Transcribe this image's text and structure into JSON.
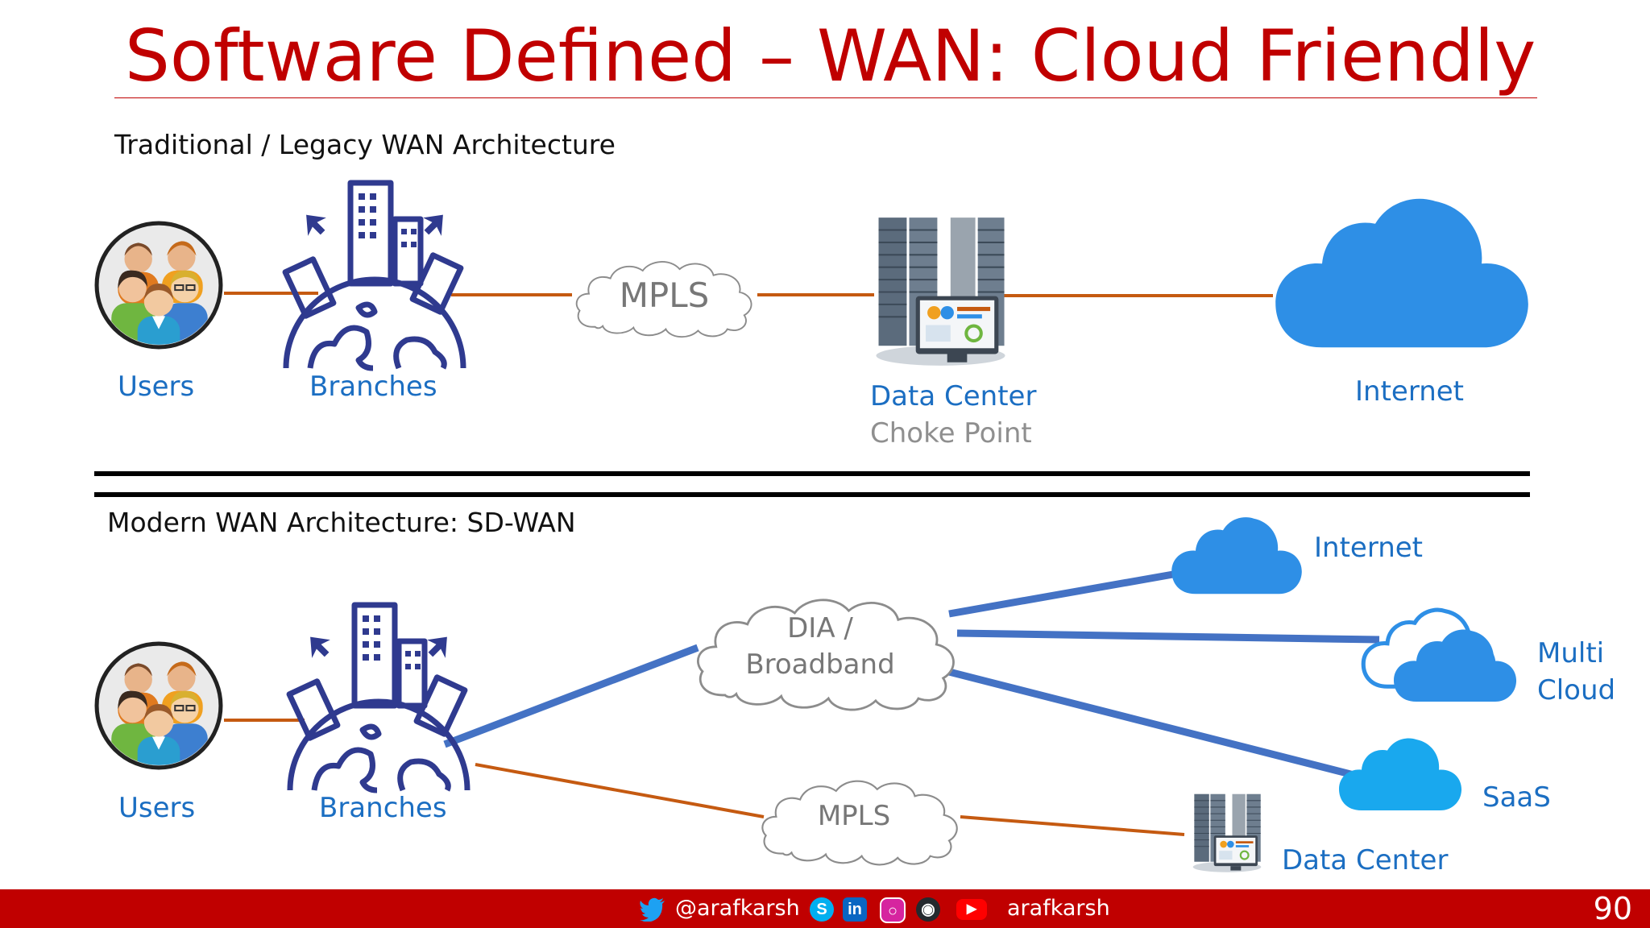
{
  "slide": {
    "title": "Software Defined – WAN: Cloud Friendly",
    "page_number": "90"
  },
  "traditional": {
    "heading": "Traditional / Legacy WAN Architecture",
    "users_label": "Users",
    "branches_label": "Branches",
    "mpls_label": "MPLS",
    "datacenter_label": "Data Center",
    "datacenter_sublabel": "Choke Point",
    "internet_label": "Internet"
  },
  "modern": {
    "heading": "Modern WAN Architecture:  SD-WAN",
    "users_label": "Users",
    "branches_label": "Branches",
    "dia_label_line1": "DIA /",
    "dia_label_line2": "Broadband",
    "mpls_label": "MPLS",
    "internet_label": "Internet",
    "multicloud_line1": "Multi",
    "multicloud_line2": "Cloud",
    "saas_label": "SaaS",
    "datacenter_label": "Data Center"
  },
  "footer": {
    "twitter_handle": "@arafkarsh",
    "youtube_handle": "arafkarsh",
    "icons": [
      "twitter-icon",
      "skype-icon",
      "linkedin-icon",
      "instagram-icon",
      "github-icon",
      "youtube-icon"
    ]
  },
  "colors": {
    "title_red": "#c00000",
    "label_blue": "#1b6ec2",
    "legacy_link": "#c55a11",
    "sdwan_link": "#4472c4",
    "cloud_blue": "#2e8fe6",
    "icon_navy": "#2f3a8f"
  }
}
